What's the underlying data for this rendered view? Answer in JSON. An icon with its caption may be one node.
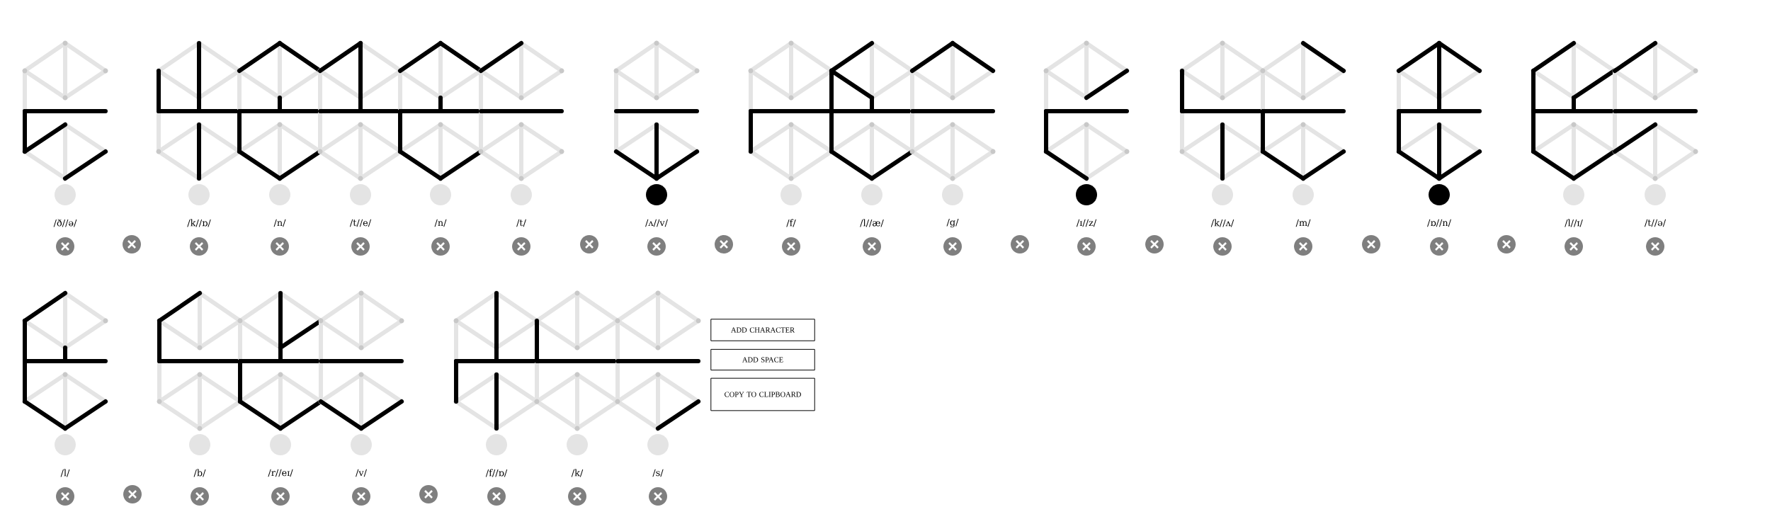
{
  "diagram": {
    "nodes": [
      {
        "text": [
          "ADD CHARACTER"
        ]
      },
      {
        "text": [
          "ADD SPACE"
        ]
      },
      {
        "text": [
          "COPY TO CLIPBOARD"
        ]
      }
    ],
    "labels": [
      "/ð//ə/",
      "/k//ɒ/",
      "/n/",
      "/t//e/",
      "/n/",
      "/t/",
      "/ʌ//v/",
      "/f/",
      "/l//æ/",
      "/g/",
      "/ɪ//z/",
      "/k//ʌ/",
      "/m/",
      "/ɒ//n/",
      "/l//ɪ/",
      "/t//ə/",
      "/l/",
      "/b/",
      "/r//eɪ/",
      "/v/",
      "/f//ɒ/",
      "/k/",
      "/s/"
    ]
  }
}
